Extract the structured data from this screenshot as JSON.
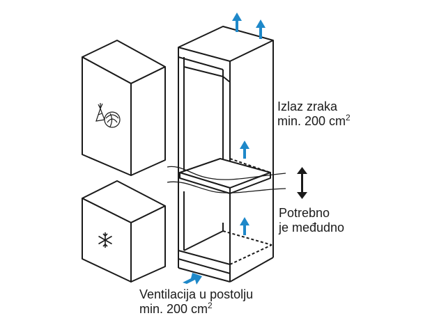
{
  "labels": {
    "air_outlet_line1": "Izlaz zraka",
    "air_outlet_line2_prefix": "min. 200 cm",
    "air_outlet_superscript": "2",
    "gap_line1": "Potrebno",
    "gap_line2": "je međudno",
    "plinth_line1": "Ventilacija u postolju",
    "plinth_line2_prefix": "min. 200 cm",
    "plinth_superscript": "2"
  },
  "colors": {
    "line": "#1a1a1a",
    "panel_fill": "#ffffff",
    "arrow_blue": "#1e88c9"
  },
  "icons": {
    "fridge_compartment": "vegetables-icon",
    "freezer_compartment": "snowflake-icon",
    "gap_indicator": "double-arrow-vertical-icon"
  }
}
